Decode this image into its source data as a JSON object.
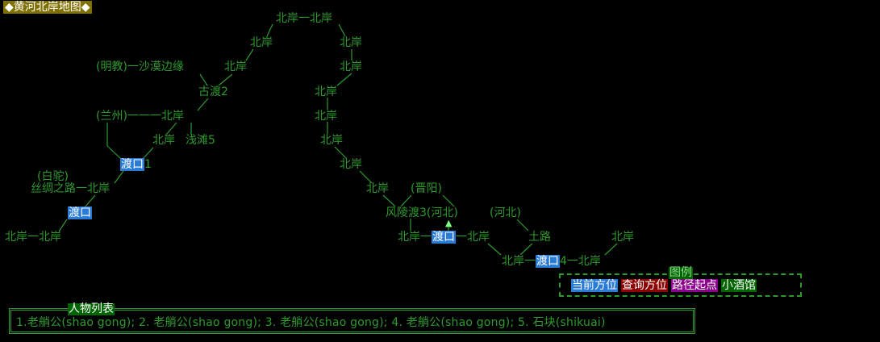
{
  "title": "◆黄河北岸地图◆",
  "map": {
    "n1": "北岸一北岸",
    "n2": "北岸",
    "n3": "北岸",
    "n4": "(明教)一沙漠边缘",
    "n5": "北岸",
    "n6": "北岸",
    "n7": "古渡2",
    "n8": "北岸",
    "n9": "(兰州)一一一北岸",
    "n10": "北岸",
    "n11": "北岸",
    "n12": "浅滩5",
    "n13": "北岸",
    "n14_ferry": "渡口",
    "n14_num": "1",
    "n15": "北岸",
    "n16": "(白驼)",
    "n17": "丝绸之路一北岸",
    "n18": "北岸",
    "n19": "(晋阳)",
    "n20_ferry": "渡口",
    "n21": "风陵渡3(河北)",
    "n22": "(河北)",
    "n23": "北岸一北岸",
    "n24a": "北岸一",
    "n24_ferry": "渡口",
    "n24b": "一北岸",
    "n25": "土路",
    "n26": "北岸",
    "n27a": "北岸一",
    "n27_ferry": "渡口",
    "n27b": "4一北岸"
  },
  "legend": {
    "title": "图例",
    "current": "当前方位",
    "query": "查询方位",
    "start": "路径起点",
    "inn": "小酒馆"
  },
  "people": {
    "title": "人物列表",
    "list": "1.老艄公(shao gong); 2. 老艄公(shao gong); 3. 老艄公(shao gong); 4. 老艄公(shao gong); 5. 石块(shikuai)"
  }
}
